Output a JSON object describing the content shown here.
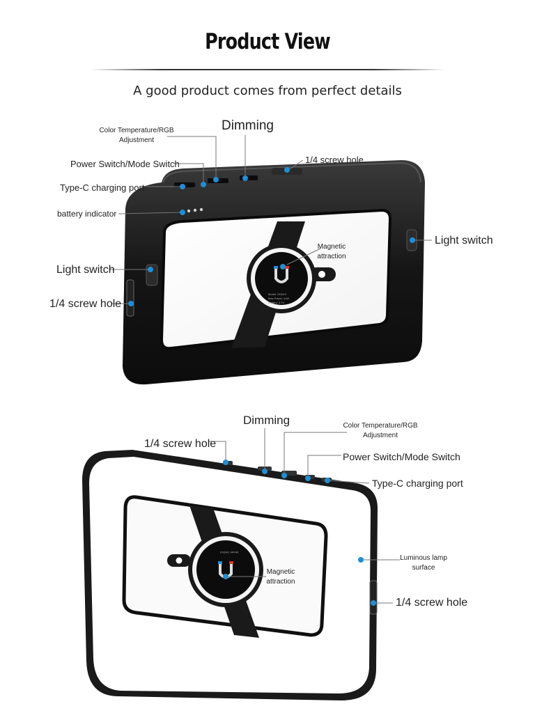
{
  "header": {
    "title": "Product View",
    "subtitle": "A good product comes from perfect details"
  },
  "top_view": {
    "labels": {
      "color_temp_line1": "Color Temperature/RGB",
      "color_temp_line2": "Adjustment",
      "dimming": "Dimming",
      "screw_hole_top": "1/4 screw hole",
      "power_switch": "Power Switch/Mode Switch",
      "type_c": "Type-C charging port",
      "battery": "battery indicator",
      "light_switch_left": "Light switch",
      "light_switch_right": "Light switch",
      "screw_hole_left": "1/4 screw hole",
      "magnetic_line1": "Magnetic",
      "magnetic_line2": "attraction"
    }
  },
  "bottom_view": {
    "labels": {
      "dimming": "Dimming",
      "color_temp_line1": "Color Temperature/RGB",
      "color_temp_line2": "Adjustment",
      "screw_hole_top": "1/4 screw hole",
      "power_switch": "Power Switch/Mode Switch",
      "type_c": "Type-C charging port",
      "lamp_line1": "Luminous lamp",
      "lamp_line2": "surface",
      "screw_hole_right": "1/4 screw hole",
      "magnetic_line1": "Magnetic",
      "magnetic_line2": "attraction"
    }
  },
  "colors": {
    "callout_dot": "#1e8fd6",
    "body": "#1a1a1a",
    "lamp": "#ffffff"
  }
}
